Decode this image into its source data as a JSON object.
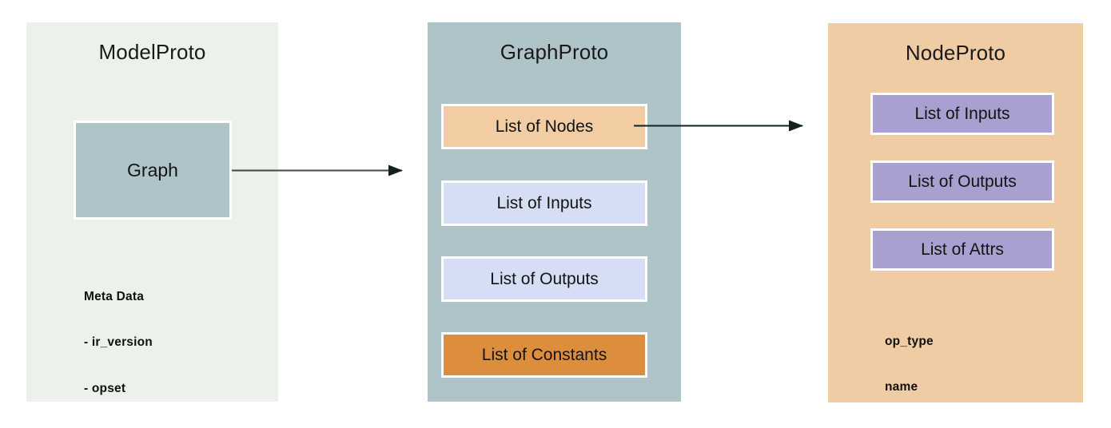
{
  "diagram": {
    "title_model": "ModelProto",
    "title_graph": "GraphProto",
    "title_node": "NodeProto",
    "model": {
      "graph_box": "Graph",
      "meta_heading": "Meta Data",
      "meta_items": [
        "- ir_version",
        "- opset"
      ],
      "panel_color": "#ECF1EB",
      "graph_box_color": "#AEC4C9"
    },
    "graph": {
      "boxes": [
        {
          "label": "List of Nodes",
          "color": "#F2CCA3"
        },
        {
          "label": "List of Inputs",
          "color": "#D5DEF4"
        },
        {
          "label": "List of Outputs",
          "color": "#D5DEF4"
        },
        {
          "label": "List of Constants",
          "color": "#DD8E3D"
        }
      ],
      "panel_color": "#AEC4C9"
    },
    "node": {
      "boxes": [
        {
          "label": "List of Inputs",
          "color": "#A99FD0"
        },
        {
          "label": "List of Outputs",
          "color": "#A99FD0"
        },
        {
          "label": "List of Attrs",
          "color": "#A99FD0"
        }
      ],
      "meta_items": [
        "op_type",
        "name"
      ],
      "panel_color": "#F0CCA4"
    },
    "arrows": [
      {
        "name": "graph-to-graphproto",
        "from": "Graph",
        "to": "GraphProto"
      },
      {
        "name": "nodes-to-nodeproto",
        "from": "List of Nodes",
        "to": "NodeProto"
      }
    ]
  }
}
